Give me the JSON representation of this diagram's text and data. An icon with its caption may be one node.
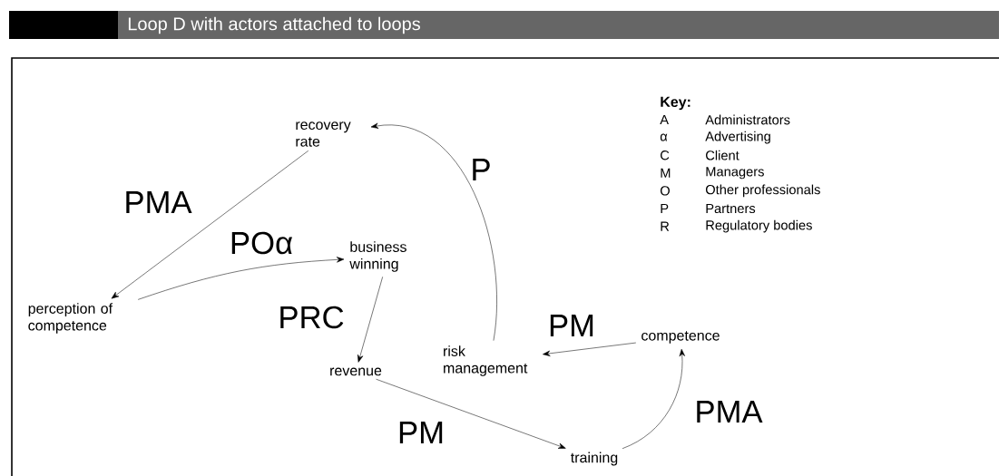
{
  "diagram": {
    "title": "Loop D with actors attached to loops",
    "nodes": [
      {
        "text": [
          "recovery rate"
        ]
      },
      {
        "text": [
          "perception of competence"
        ]
      },
      {
        "text": [
          "business winning"
        ]
      },
      {
        "text": [
          "revenue"
        ]
      },
      {
        "text": [
          "risk management"
        ]
      },
      {
        "text": [
          "competence"
        ]
      },
      {
        "text": [
          "training"
        ]
      }
    ],
    "edges": [
      {
        "from": 0,
        "to": 1,
        "arrow": "to",
        "label": "PMA"
      },
      {
        "from": 1,
        "to": 2,
        "arrow": "to",
        "label": "POα"
      },
      {
        "from": 2,
        "to": 3,
        "arrow": "to",
        "label": "PRC"
      },
      {
        "from": 3,
        "to": 6,
        "arrow": "to",
        "label": "PM"
      },
      {
        "from": 6,
        "to": 5,
        "arrow": "to",
        "label": "PMA"
      },
      {
        "from": 5,
        "to": 4,
        "arrow": "to",
        "label": "PM"
      },
      {
        "from": 4,
        "to": 0,
        "arrow": "to",
        "label": "P"
      }
    ],
    "labels": [
      "Key:",
      "A",
      "Administrators",
      "α",
      "Advertising",
      "C",
      "Client",
      "M",
      "Managers",
      "O",
      "Other professionals",
      "P",
      "Partners",
      "R",
      "Regulatory bodies"
    ]
  }
}
